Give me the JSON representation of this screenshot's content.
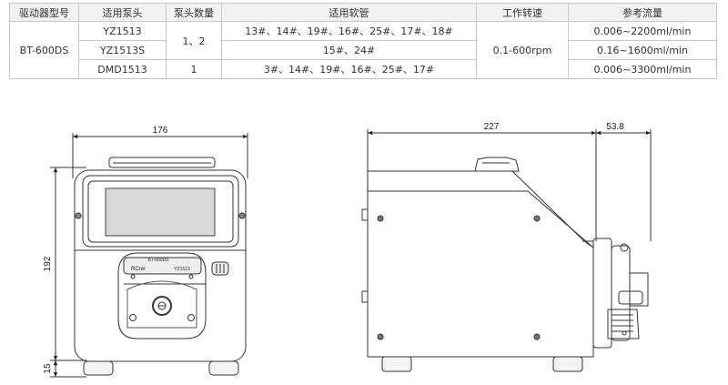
{
  "spec_table": {
    "headers": [
      "驱动器型号",
      "适用泵头",
      "泵头数量",
      "适用软管",
      "工作转速",
      "参考流量"
    ],
    "drive_model": "BT-600DS",
    "speed": "0.1-600rpm",
    "pump_count_1": "1、2",
    "pump_count_2": "1",
    "rows": [
      {
        "pump_head": "YZ1513",
        "tubing": "13#、14#、19#、16#、25#、17#、18#",
        "flow": "0.006~2200ml/min"
      },
      {
        "pump_head": "YZ1513S",
        "tubing": "15#、24#",
        "flow": "0.16~1600ml/min"
      },
      {
        "pump_head": "DMD1513",
        "tubing": "3#、14#、19#、16#、25#、17#",
        "flow": "0.006~3300ml/min"
      }
    ]
  },
  "drawing": {
    "front_width": "176",
    "front_height": "192",
    "foot_height": "15",
    "side_depth": "227",
    "head_depth": "53.8",
    "brand_logo": "RCrer",
    "head_model": "YZ1513",
    "body_text": "BT-600DS"
  }
}
